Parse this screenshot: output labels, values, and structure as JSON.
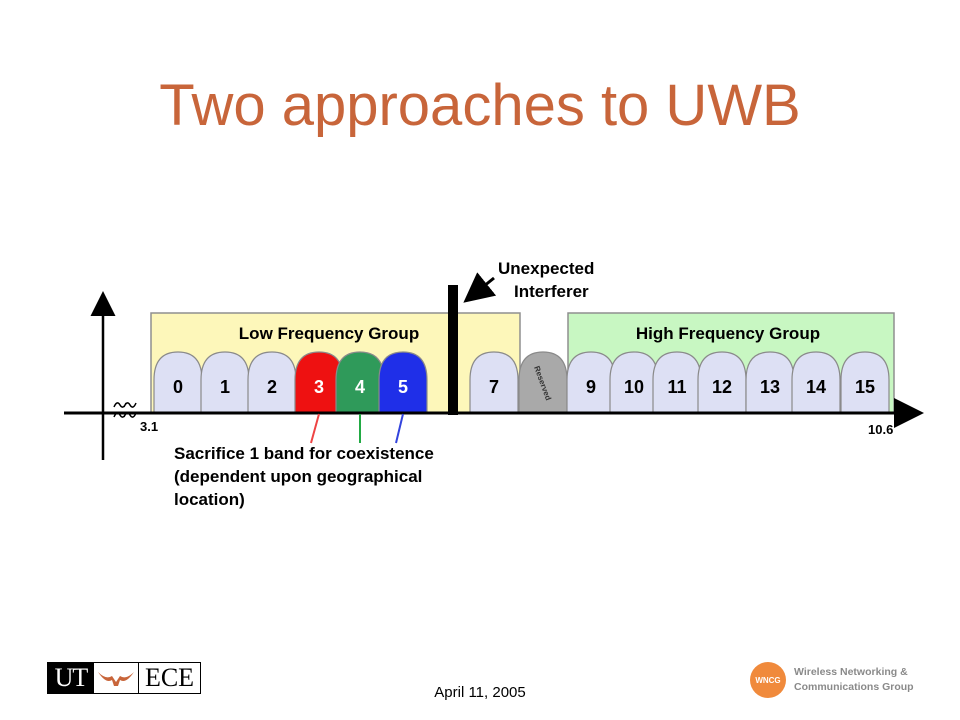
{
  "title": "Two approaches to UWB",
  "diagram": {
    "groups": {
      "low": "Low Frequency Group",
      "high": "High Frequency Group"
    },
    "bands": [
      {
        "label": "0",
        "color": "#dde0f4"
      },
      {
        "label": "1",
        "color": "#dde0f4"
      },
      {
        "label": "2",
        "color": "#dde0f4"
      },
      {
        "label": "3",
        "color": "#ee1111"
      },
      {
        "label": "4",
        "color": "#2f9a5a"
      },
      {
        "label": "5",
        "color": "#1f2fe8"
      },
      {
        "label": "7",
        "color": "#dde0f4"
      },
      {
        "label": "Reserved",
        "color": "#a9a9a9"
      },
      {
        "label": "9",
        "color": "#dde0f4"
      },
      {
        "label": "10",
        "color": "#dde0f4"
      },
      {
        "label": "11",
        "color": "#dde0f4"
      },
      {
        "label": "12",
        "color": "#dde0f4"
      },
      {
        "label": "13",
        "color": "#dde0f4"
      },
      {
        "label": "14",
        "color": "#dde0f4"
      },
      {
        "label": "15",
        "color": "#dde0f4"
      }
    ],
    "interferer_label_1": "Unexpected",
    "interferer_label_2": "Interferer",
    "axis_start": "3.1",
    "axis_end": "10.6",
    "note_lines": [
      "Sacrifice 1 band for coexistence",
      "(dependent upon geographical",
      "location)"
    ],
    "colors": {
      "low_group_bg": "#fdf7ba",
      "high_group_bg": "#c8f7c2",
      "line_red": "#ee4444",
      "line_green": "#22aa44",
      "line_blue": "#3344dd"
    }
  },
  "footer": {
    "date": "April 11, 2005",
    "ut_text": "UT",
    "ece_text": "ECE",
    "wncg_short": "WNCG",
    "wncg_line1": "Wireless Networking &",
    "wncg_line2": "Communications Group"
  }
}
